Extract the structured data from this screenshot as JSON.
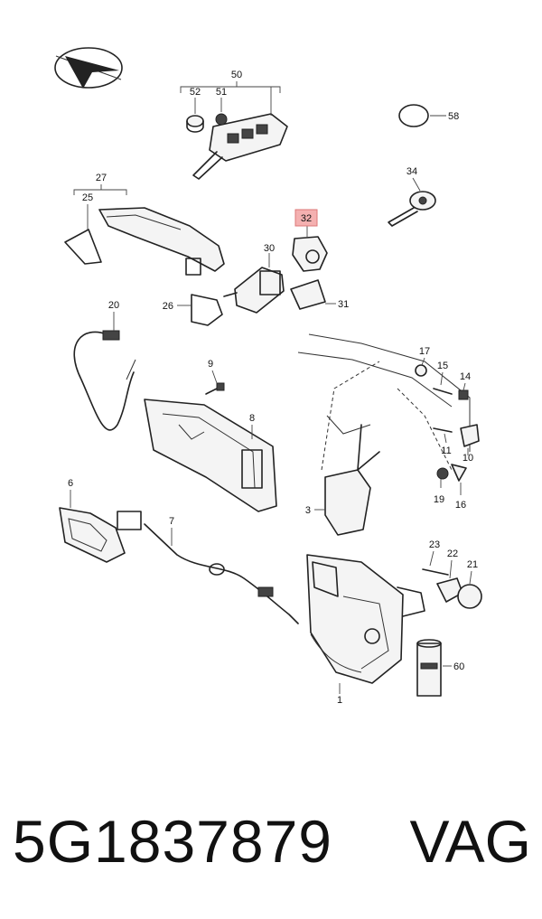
{
  "diagram": {
    "callouts": [
      "50",
      "52",
      "51",
      "58",
      "27",
      "25",
      "34",
      "32",
      "30",
      "26",
      "31",
      "20",
      "17",
      "15",
      "14",
      "9",
      "8",
      "11",
      "10",
      "3",
      "19",
      "16",
      "6",
      "7",
      "23",
      "22",
      "21",
      "60",
      "1"
    ],
    "highlighted_callout": "32",
    "highlight_color": "#f4b0b0"
  },
  "footer": {
    "part_number": "5G1837879",
    "brand": "VAG"
  }
}
